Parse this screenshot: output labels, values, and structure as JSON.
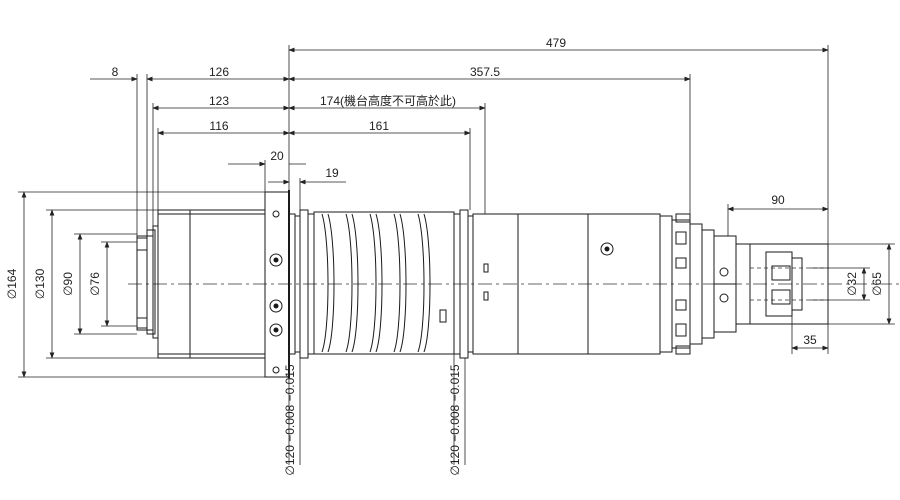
{
  "dimensions": {
    "total_length": "479",
    "body_length": "357.5",
    "flange_to_front": "126",
    "flange_to_nose": "123",
    "flange_to_collar": "116",
    "front_ring": "8",
    "height_note": "174(機台高度不可高於此)",
    "body_mid": "161",
    "flange_width": "20",
    "ring_offset": "19",
    "rear_length": "90",
    "rear_small": "35"
  },
  "diameters": {
    "d164": "∅164",
    "d130": "∅130",
    "d90": "∅90",
    "d76": "∅76",
    "d32": "∅32",
    "d65": "∅65"
  },
  "tolerances": {
    "left": "∅120 −0.008 −0.015",
    "right": "∅120 −0.008 −0.015"
  }
}
